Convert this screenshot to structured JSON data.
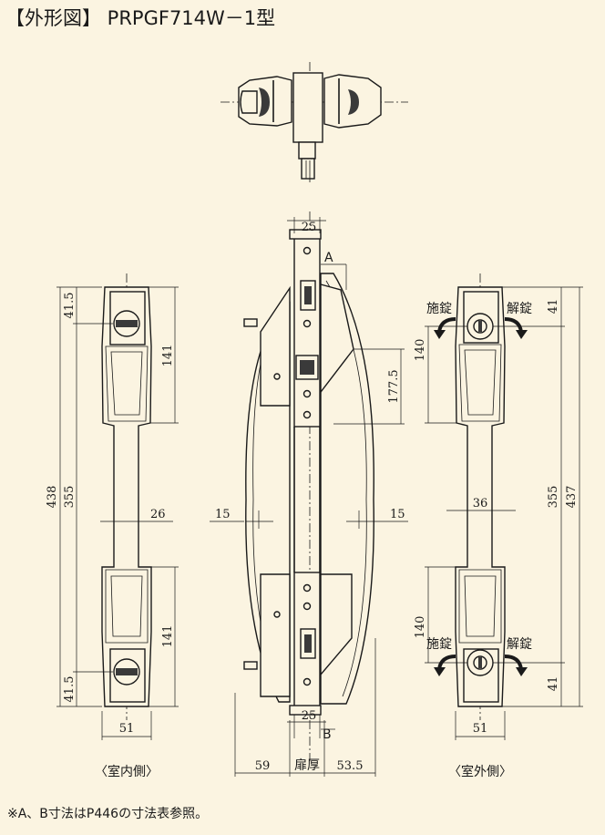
{
  "header": {
    "title": "【外形図】 PRPGF714W－1型"
  },
  "footer": {
    "note": "※A、B寸法はP446の寸法表参照。"
  },
  "views": {
    "indoor": {
      "caption": "〈室内側〉"
    },
    "outdoor": {
      "caption": "〈室外側〉"
    }
  },
  "labels": {
    "lock": "施錠",
    "unlock": "解錠",
    "door_thickness": "扉厚",
    "a": "A",
    "b": "B"
  },
  "dimensions": {
    "indoor_top_41_5": "41.5",
    "indoor_141_top": "141",
    "indoor_438": "438",
    "indoor_355": "355",
    "indoor_26": "26",
    "indoor_141_bottom": "141",
    "indoor_41_5_bottom": "41.5",
    "indoor_51": "51",
    "side_25_top": "25",
    "side_177_5": "177.5",
    "side_15_left": "15",
    "side_15_right": "15",
    "side_25_bottom": "25",
    "side_59": "59",
    "side_53_5": "53.5",
    "outdoor_41_top": "41",
    "outdoor_140_top": "140",
    "outdoor_355": "355",
    "outdoor_437": "437",
    "outdoor_36": "36",
    "outdoor_140_bottom": "140",
    "outdoor_41_bottom": "41",
    "outdoor_51": "51"
  },
  "colors": {
    "background": "#fbf4e1",
    "ink": "#1a1a1a"
  },
  "icons": [
    "lock-cylinder-icon",
    "rotate-arrow-icon"
  ]
}
